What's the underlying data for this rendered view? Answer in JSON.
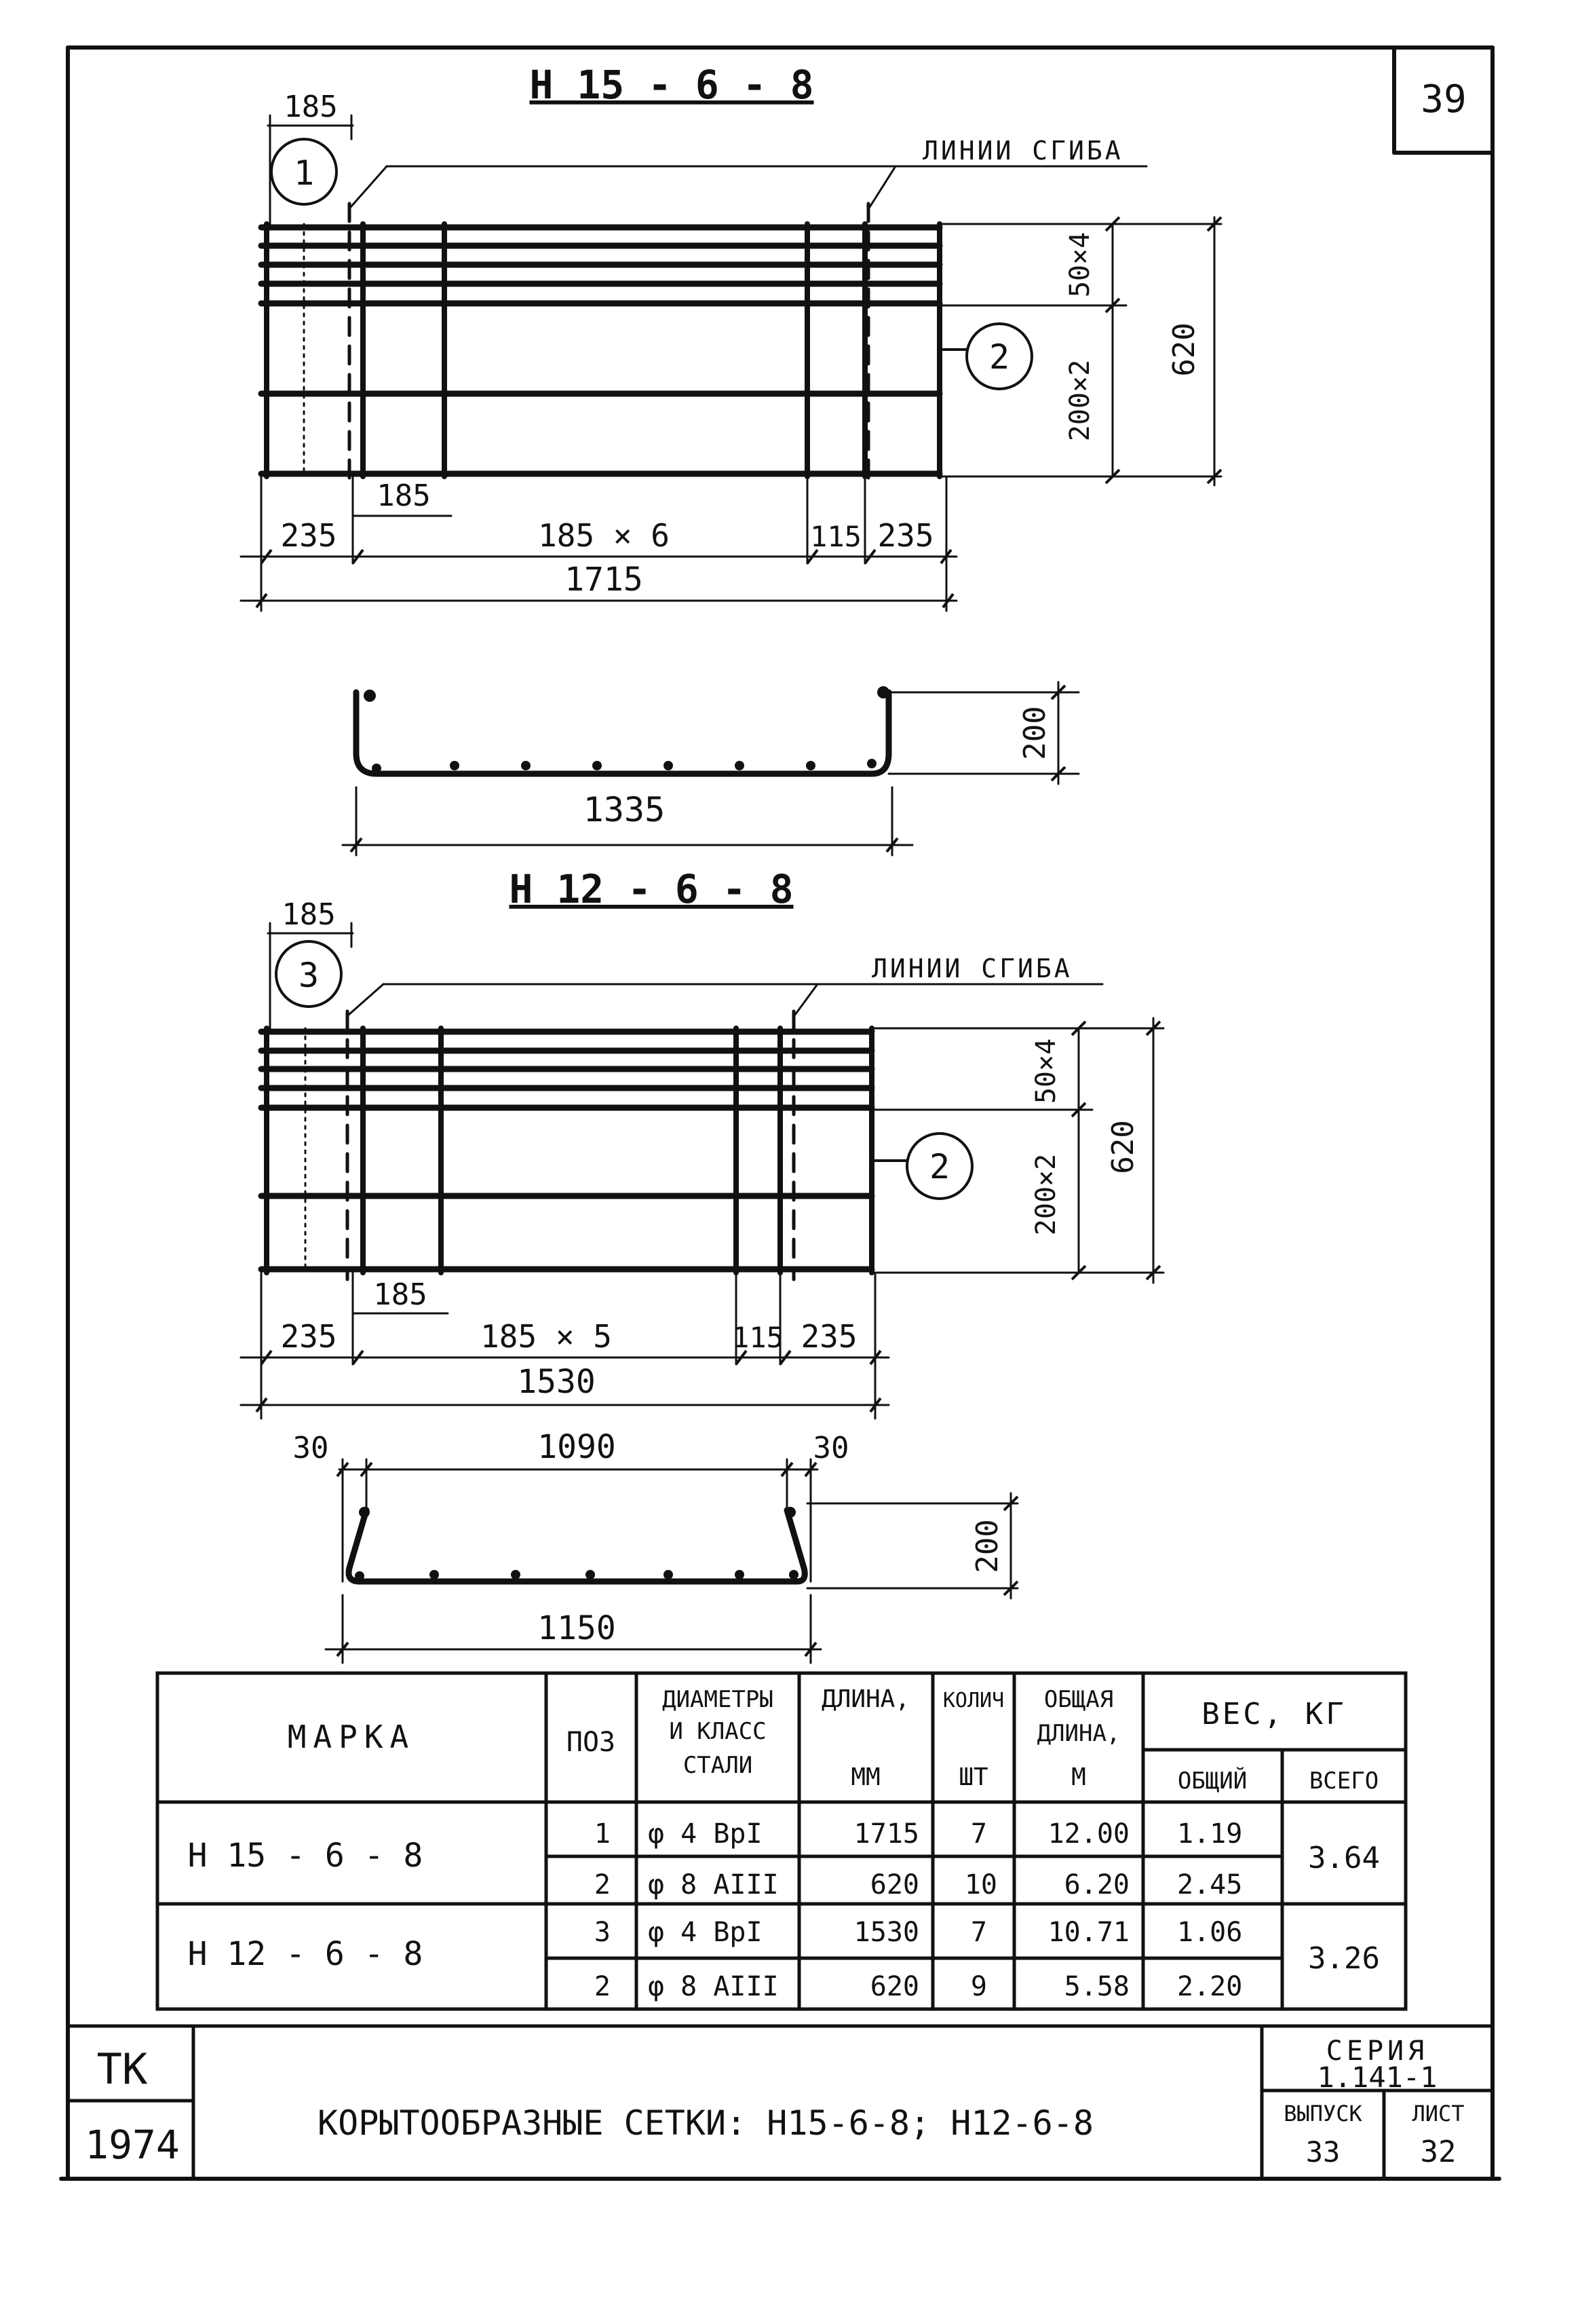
{
  "page_number": "39",
  "mesh1": {
    "title": "Н 15 - 6 - 8",
    "top_dim": "185",
    "position_a": "1",
    "position_b": "2",
    "bend_lines_label": "ЛИНИИ СГИБА",
    "dim_spacing_top": "50×4",
    "dim_spacing_bottom": "200×2",
    "dim_height": "620",
    "dim_inner": "185",
    "dim_left": "235",
    "dim_middle": "185 × 6",
    "dim_115": "115",
    "dim_right": "235",
    "dim_total": "1715",
    "section_height": "200",
    "section_width": "1335"
  },
  "mesh2": {
    "title": "Н 12 - 6 - 8",
    "top_dim": "185",
    "position_a": "3",
    "position_b": "2",
    "bend_lines_label": "ЛИНИИ СГИБА",
    "dim_spacing_top": "50×4",
    "dim_spacing_bottom": "200×2",
    "dim_height": "620",
    "dim_inner": "185",
    "dim_left": "235",
    "dim_middle": "185 × 5",
    "dim_115": "115",
    "dim_right": "235",
    "dim_total": "1530",
    "section_left": "30",
    "section_top": "1090",
    "section_right": "30",
    "section_height": "200",
    "section_width": "1150"
  },
  "table": {
    "headers": {
      "mark": "МАРКА",
      "pos": "ПОЗ",
      "diameter_1": "ДИАМЕТРЫ",
      "diameter_2": "И КЛАСС",
      "diameter_3": "СТАЛИ",
      "length_1": "ДЛИНА,",
      "length_2": "ММ",
      "qty_1": "КОЛИЧ",
      "qty_2": "ШТ",
      "total_len_1": "ОБЩАЯ",
      "total_len_2": "ДЛИНА,",
      "total_len_3": "М",
      "weight": "ВЕС, КГ",
      "weight_each": "ОБЩИЙ",
      "weight_total": "ВСЕГО"
    },
    "groups": [
      {
        "mark": "Н 15 - 6 - 8",
        "total": "3.64",
        "rows": [
          {
            "pos": "1",
            "dia": "φ 4 ВрI",
            "len": "1715",
            "qty": "7",
            "tot": "12.00",
            "wt": "1.19"
          },
          {
            "pos": "2",
            "dia": "φ 8 АIII",
            "len": "620",
            "qty": "10",
            "tot": "6.20",
            "wt": "2.45"
          }
        ]
      },
      {
        "mark": "Н 12 - 6 - 8",
        "total": "3.26",
        "rows": [
          {
            "pos": "3",
            "dia": "φ 4 ВрI",
            "len": "1530",
            "qty": "7",
            "tot": "10.71",
            "wt": "1.06"
          },
          {
            "pos": "2",
            "dia": "φ 8 АIII",
            "len": "620",
            "qty": "9",
            "tot": "5.58",
            "wt": "2.20"
          }
        ]
      }
    ]
  },
  "title_block": {
    "org": "ТК",
    "year": "1974",
    "title": "КОРЫТООБРАЗНЫЕ СЕТКИ: Н15-6-8; Н12-6-8",
    "series_label": "СЕРИЯ",
    "series_value": "1.141-1",
    "issue_label": "ВЫПУСК",
    "issue_value": "33",
    "sheet_label": "ЛИСТ",
    "sheet_value": "32"
  }
}
